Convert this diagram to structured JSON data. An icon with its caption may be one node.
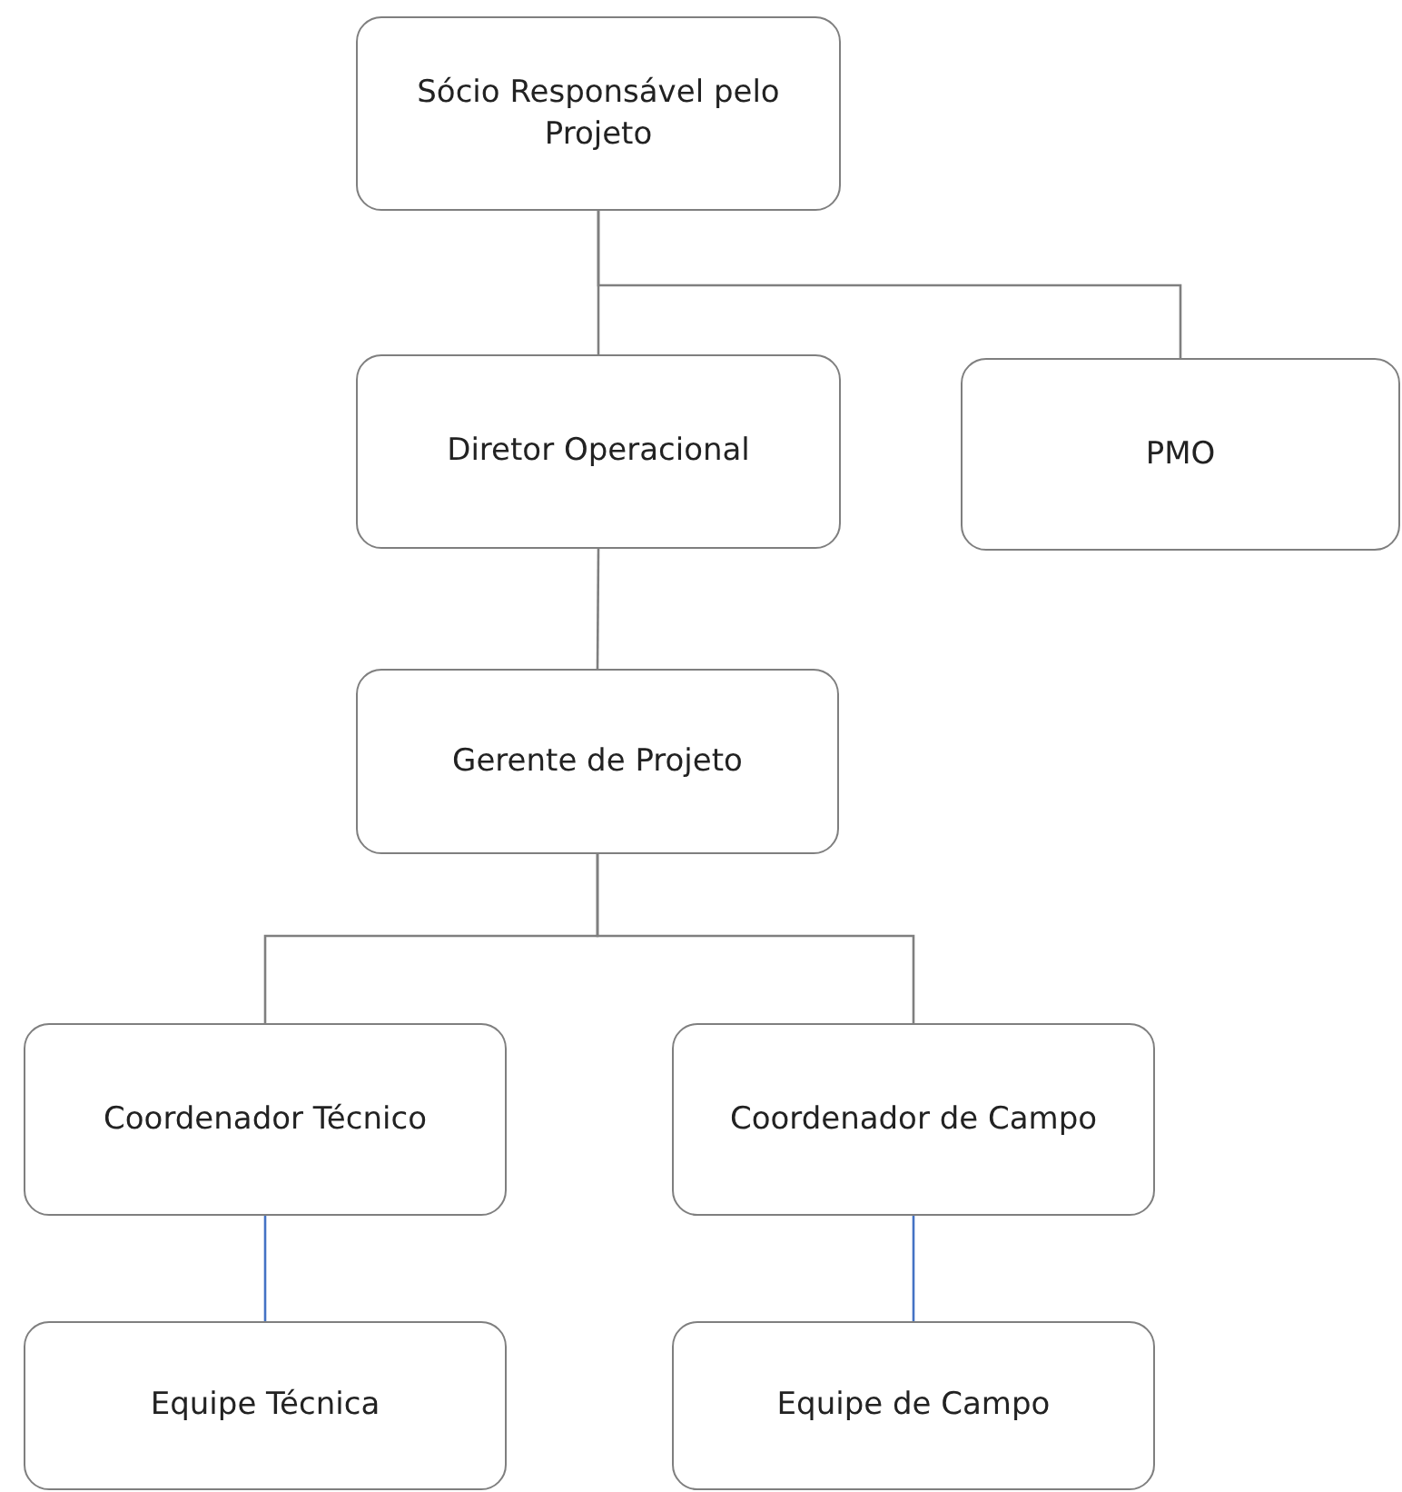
{
  "diagram": {
    "nodes": [
      {
        "text": [
          "Sócio Responsável pelo Projeto"
        ]
      },
      {
        "text": [
          "Diretor Operacional"
        ]
      },
      {
        "text": [
          "PMO"
        ]
      },
      {
        "text": [
          "Gerente de Projeto"
        ]
      },
      {
        "text": [
          "Coordenador Técnico"
        ]
      },
      {
        "text": [
          "Coordenador de Campo"
        ]
      },
      {
        "text": [
          "Equipe Técnica"
        ]
      },
      {
        "text": [
          "Equipe de Campo"
        ]
      }
    ],
    "edges": [
      {
        "from": 0,
        "to": 1,
        "arrow": "none"
      },
      {
        "from": 0,
        "to": 2,
        "arrow": "none"
      },
      {
        "from": 1,
        "to": 3,
        "arrow": "none"
      },
      {
        "from": 3,
        "to": 4,
        "arrow": "none"
      },
      {
        "from": 3,
        "to": 5,
        "arrow": "none"
      },
      {
        "from": 4,
        "to": 6,
        "arrow": "none",
        "color": "#4472c4"
      },
      {
        "from": 5,
        "to": 7,
        "arrow": "none",
        "color": "#4472c4"
      }
    ]
  }
}
